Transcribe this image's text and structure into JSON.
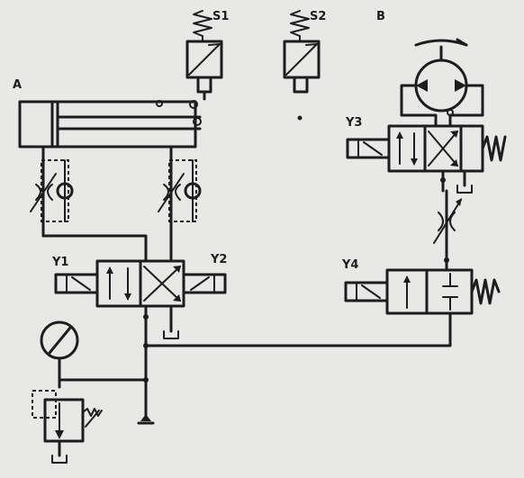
{
  "labels": {
    "cylinder": "A",
    "motor": "B",
    "sensor_1": "S1",
    "sensor_2": "S2",
    "solenoid_y1": "Y1",
    "solenoid_y2": "Y2",
    "solenoid_y3": "Y3",
    "solenoid_y4": "Y4"
  },
  "colors": {
    "ink": "#1d1d1d",
    "paper": "#e8e8e6"
  }
}
